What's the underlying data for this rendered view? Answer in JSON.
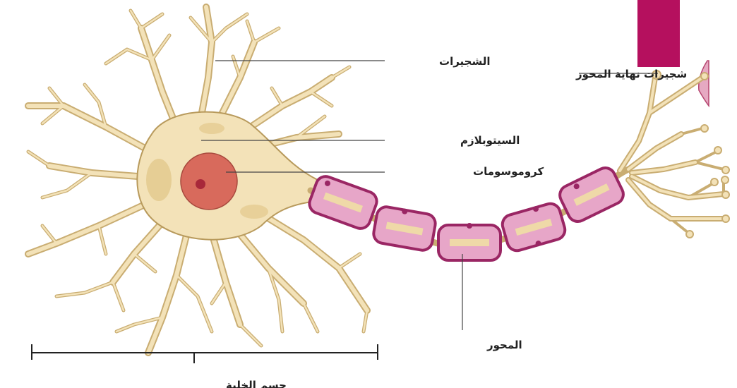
{
  "diagram": {
    "labels": {
      "dendrites": "الشجيرات",
      "axon_terminals": "شجيرات نهاية المحور",
      "cytoplasm": "السيتوبلازم",
      "chromosomes": "كروموسومات",
      "axon": "المحور",
      "cell_body": "جسم الخلية"
    },
    "colors": {
      "accent_block": "#b5105e",
      "cell_fill": "#f3e2b8",
      "cell_stroke": "#b89a5c",
      "nucleus": "#d86a5c",
      "nucleolus": "#a8283a",
      "myelin_fill": "#e7a6c8",
      "myelin_stroke": "#9a2664"
    }
  }
}
